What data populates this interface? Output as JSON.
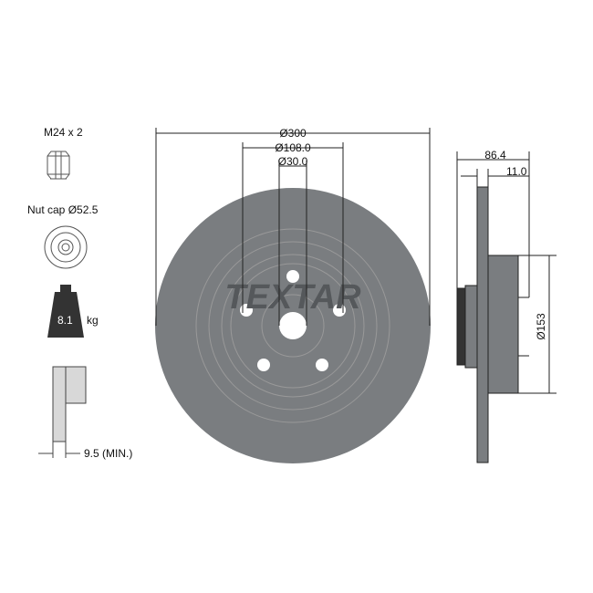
{
  "brand": {
    "logo_text": "TEXTAR"
  },
  "legend": {
    "bolt_label": "M24 x 2",
    "nut_cap_label": "Nut cap Ø52.5",
    "weight_value": "8.1",
    "weight_unit": "kg",
    "min_thickness_label": "9.5 (MIN.)"
  },
  "dimensions": {
    "outer_diameter": "Ø300",
    "pcd_diameter": "Ø108.0",
    "center_bore": "Ø30.0",
    "total_height": "86.4",
    "disc_thickness": "11.0",
    "hub_diameter": "Ø153"
  },
  "colors": {
    "disc_fill": "#7a7d80",
    "line": "#111111",
    "icon_dark": "#333333"
  }
}
